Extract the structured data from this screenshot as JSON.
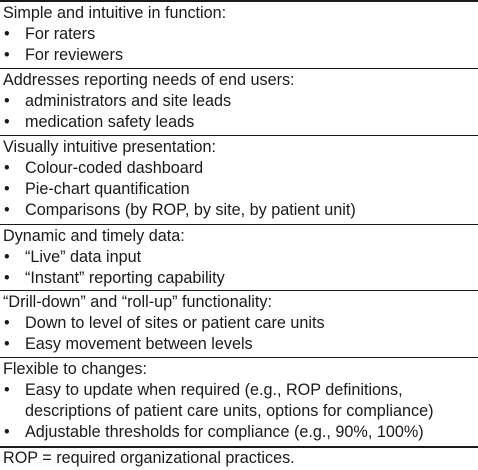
{
  "sections": [
    {
      "heading": "Simple and intuitive in function:",
      "items": [
        {
          "lines": [
            "For raters"
          ]
        },
        {
          "lines": [
            "For reviewers"
          ]
        }
      ]
    },
    {
      "heading": "Addresses reporting needs of end users:",
      "items": [
        {
          "lines": [
            "administrators and site leads"
          ]
        },
        {
          "lines": [
            "medication safety leads"
          ]
        }
      ]
    },
    {
      "heading": "Visually intuitive presentation:",
      "items": [
        {
          "lines": [
            "Colour-coded dashboard"
          ]
        },
        {
          "lines": [
            "Pie-chart quantification"
          ]
        },
        {
          "lines": [
            "Comparisons (by ROP, by site, by patient unit)"
          ]
        }
      ]
    },
    {
      "heading": "Dynamic and timely data:",
      "items": [
        {
          "lines": [
            "“Live” data input"
          ]
        },
        {
          "lines": [
            "“Instant” reporting capability"
          ]
        }
      ]
    },
    {
      "heading": "“Drill-down” and “roll-up” functionality:",
      "items": [
        {
          "lines": [
            "Down to level of sites or patient care units"
          ]
        },
        {
          "lines": [
            "Easy movement between levels"
          ]
        }
      ]
    },
    {
      "heading": "Flexible to changes:",
      "items": [
        {
          "lines": [
            "Easy to update when required (e.g., ROP definitions,",
            "descriptions of patient care units, options for compliance)"
          ]
        },
        {
          "lines": [
            "Adjustable thresholds for compliance (e.g., 90%, 100%)"
          ]
        }
      ]
    }
  ],
  "bullet_glyph": "•",
  "footnote": "ROP = required organizational practices."
}
